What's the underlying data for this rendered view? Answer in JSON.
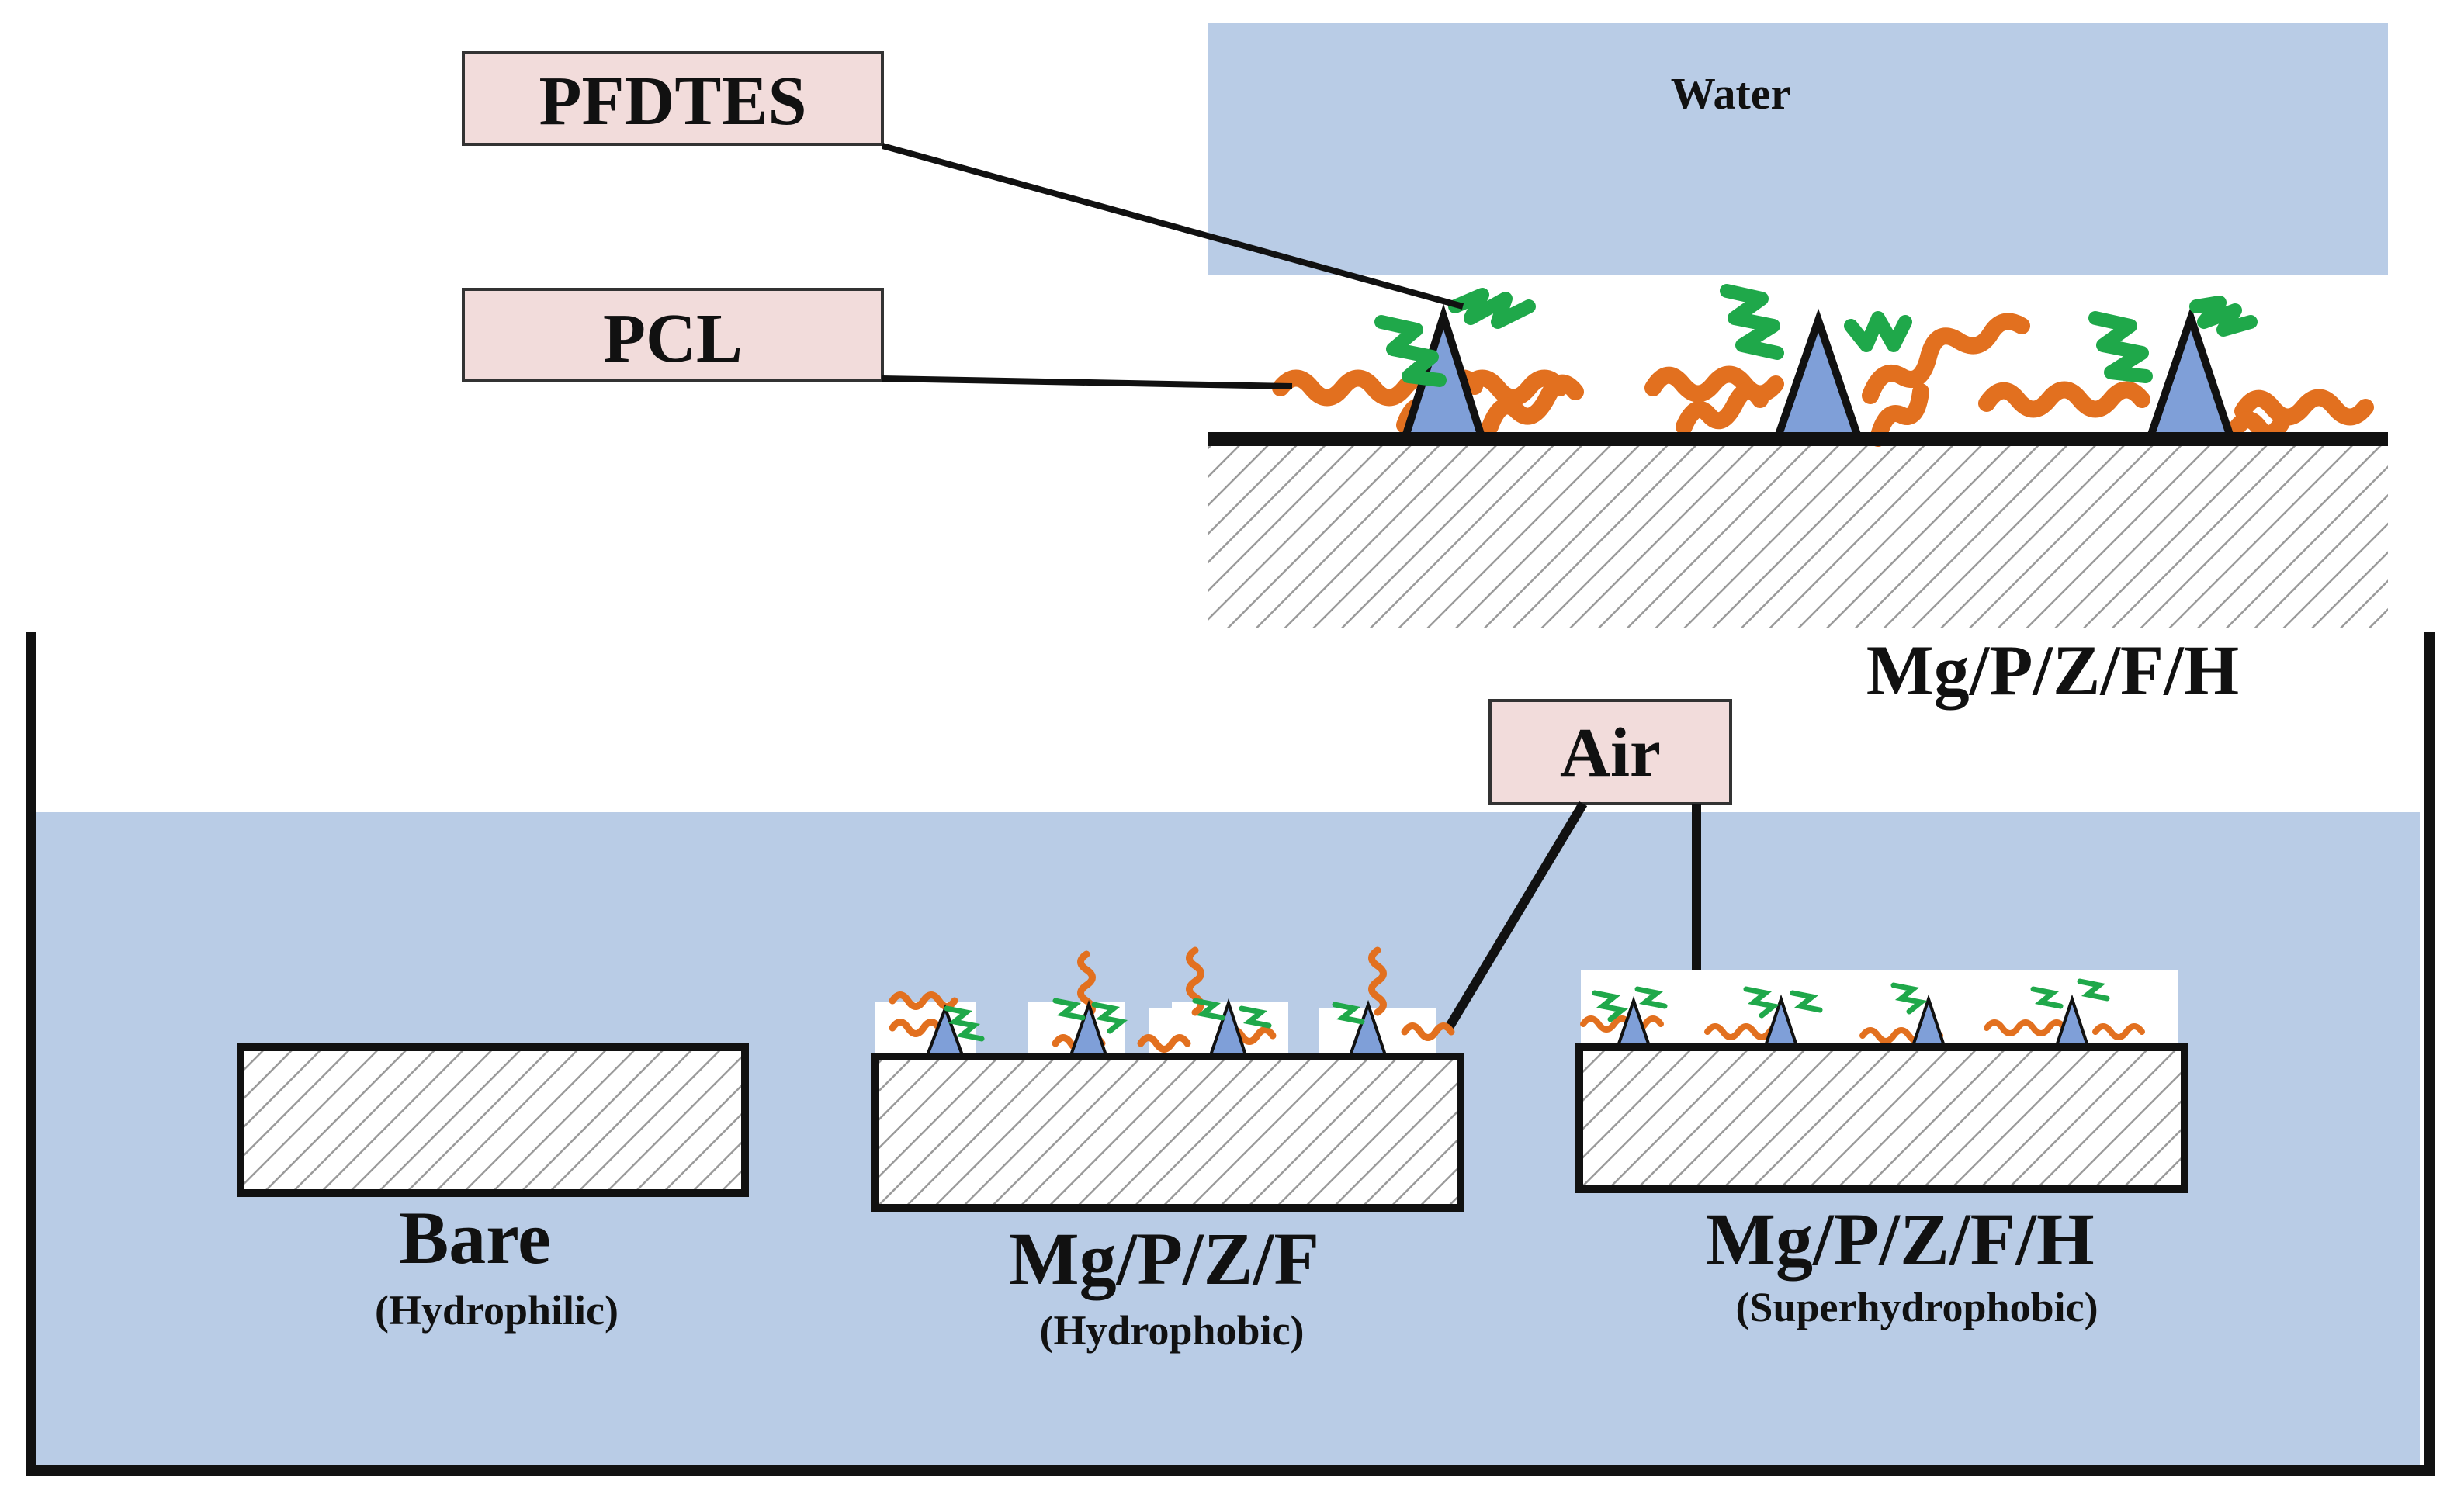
{
  "labels": {
    "pfdtes": "PFDTES",
    "pcl": "PCL",
    "water": "Water",
    "inset_sample": "Mg/P/Z/F/H",
    "air": "Air"
  },
  "samples": [
    {
      "name": "Bare",
      "property": "(Hydrophilic)"
    },
    {
      "name": "Mg/P/Z/F",
      "property": "(Hydrophobic)"
    },
    {
      "name": "Mg/P/Z/F/H",
      "property": "(Superhydrophobic)"
    }
  ],
  "colors": {
    "water": "#b9cce6",
    "label_box": "#f2dcdb",
    "pcl_chain": "#e2701f",
    "pfdtes_chain": "#1fa84a",
    "zno_spike": "#7f9fd8",
    "substrate_hatch": "#9a9a9a",
    "outline": "#111111"
  },
  "icons": {
    "pcl_chain": "orange-wavy-polymer-chain",
    "pfdtes_chain": "green-zigzag-chain",
    "zno_spike": "blue-triangle-spike",
    "substrate": "hatched-rectangle"
  }
}
